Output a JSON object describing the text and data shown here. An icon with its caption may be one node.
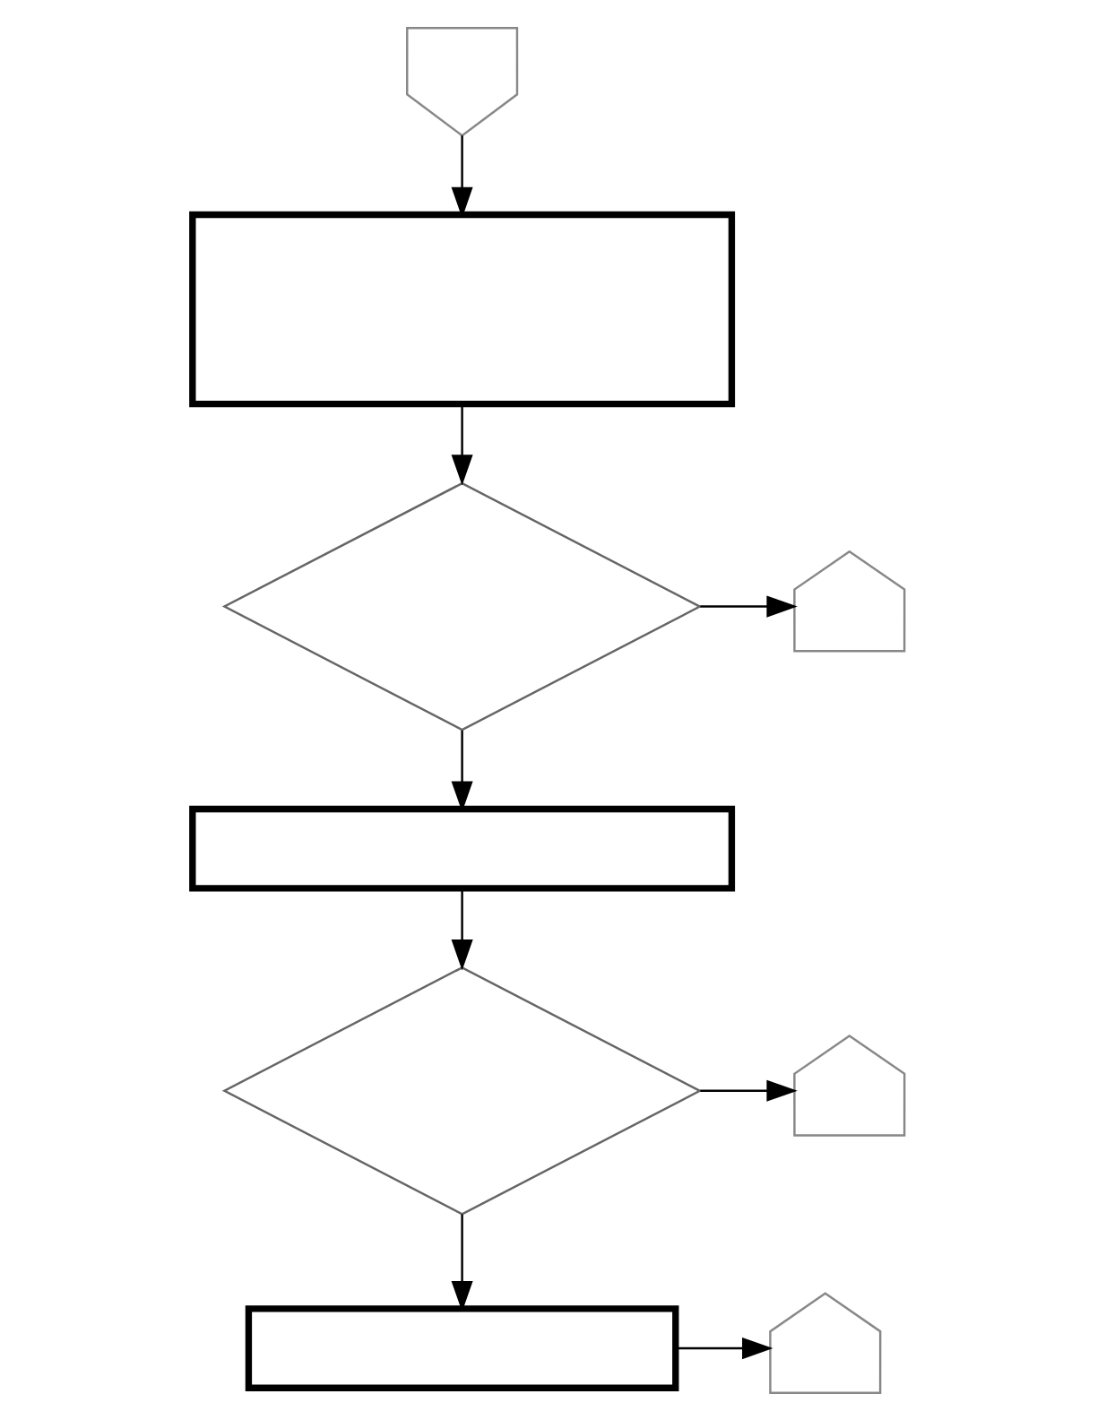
{
  "diagram": {
    "nodes": [
      {
        "text": [],
        "shape": "pentagon"
      },
      {
        "text": [],
        "shape": "box"
      },
      {
        "text": [],
        "shape": "pentagon"
      },
      {
        "text": [],
        "shape": "diamond"
      },
      {
        "text": [],
        "shape": "box"
      },
      {
        "text": [],
        "shape": "pentagon"
      },
      {
        "text": [],
        "shape": "diamond"
      },
      {
        "text": [],
        "shape": "box"
      },
      {
        "text": [],
        "shape": "pentagon"
      }
    ],
    "edges": [
      {
        "from": 0,
        "to": 1,
        "arrow": "to"
      },
      {
        "from": 1,
        "to": 3,
        "arrow": "to"
      },
      {
        "from": 3,
        "to": 2,
        "arrow": "to"
      },
      {
        "from": 3,
        "to": 4,
        "arrow": "to"
      },
      {
        "from": 4,
        "to": 6,
        "arrow": "to"
      },
      {
        "from": 6,
        "to": 5,
        "arrow": "to"
      },
      {
        "from": 6,
        "to": 7,
        "arrow": "to"
      },
      {
        "from": 7,
        "to": 8,
        "arrow": "to"
      }
    ]
  }
}
